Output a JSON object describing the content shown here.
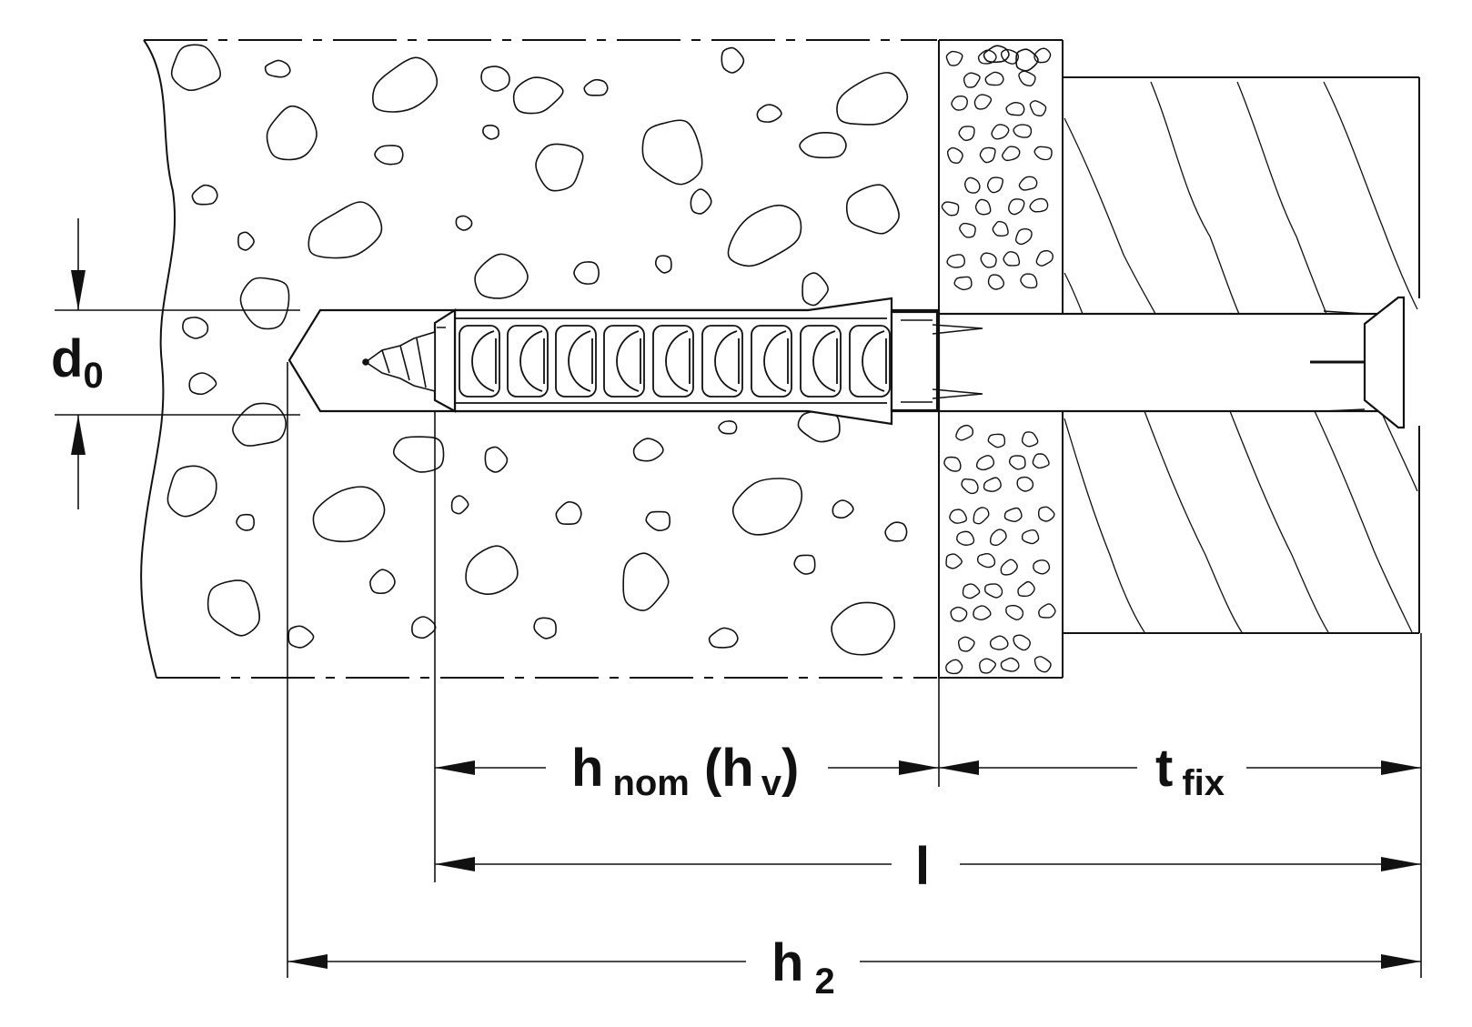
{
  "dimensions": {
    "d0": {
      "main": "d",
      "sub": "0"
    },
    "hnom": {
      "main": "h",
      "sub": "nom",
      "paren_open": " (h",
      "paren_sub": "v",
      "paren_close": ")"
    },
    "tfix": {
      "main": "t",
      "sub": "fix"
    },
    "l": {
      "main": "l"
    },
    "h2": {
      "main": "h",
      "sub": "2"
    }
  },
  "colors": {
    "stroke": "#111111",
    "background": "#ffffff"
  }
}
